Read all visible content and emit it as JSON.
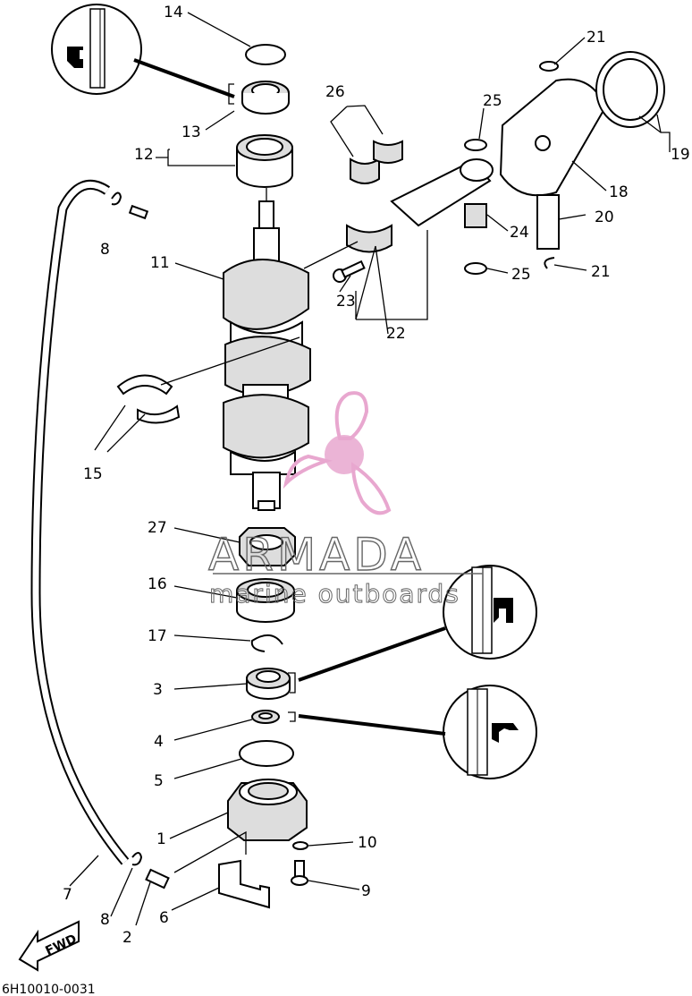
{
  "diagram_code": "6H10010-0031",
  "fwd_label": "FWD",
  "watermark": {
    "brand": "ARMADA",
    "tagline": "marine outboards",
    "logo_color": "#e8a7cf",
    "text_color": "#666666"
  },
  "callouts": {
    "c1": "1",
    "c2": "2",
    "c3": "3",
    "c4": "4",
    "c5": "5",
    "c6": "6",
    "c7": "7",
    "c8a": "8",
    "c8b": "8",
    "c9": "9",
    "c10": "10",
    "c11": "11",
    "c12": "12",
    "c13": "13",
    "c14": "14",
    "c15": "15",
    "c16": "16",
    "c17": "17",
    "c18": "18",
    "c19": "19",
    "c20": "20",
    "c21a": "21",
    "c21b": "21",
    "c22": "22",
    "c23": "23",
    "c24": "24",
    "c25a": "25",
    "c25b": "25",
    "c26": "26",
    "c27": "27"
  }
}
